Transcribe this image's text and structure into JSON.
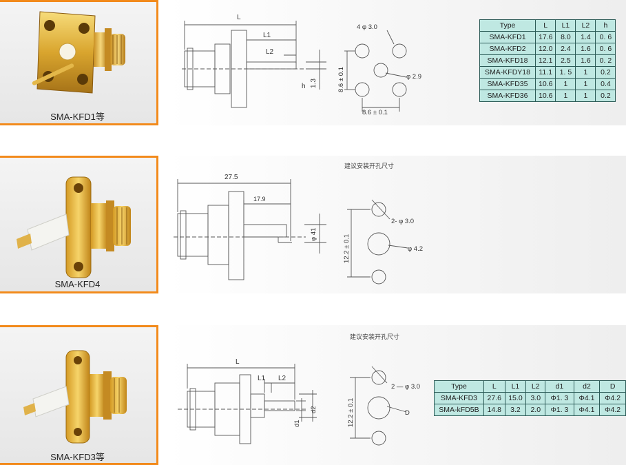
{
  "products": [
    {
      "caption": "SMA-KFD1等",
      "dims": {
        "L": "L",
        "L1": "L1",
        "L2": "L2",
        "h": "h",
        "h_val": "1.3",
        "pitch_v": "8.6 ± 0.1",
        "pitch_h": "8.6 ± 0.1",
        "holes": "4  φ 3.0",
        "center": "φ 2.9"
      },
      "table": {
        "headers": [
          "Type",
          "L",
          "L1",
          "L2",
          "h"
        ],
        "rows": [
          [
            "SMA-KFD1",
            "17.6",
            "8.0",
            "1.4",
            "0. 6"
          ],
          [
            "SMA-KFD2",
            "12.0",
            "2.4",
            "1.6",
            "0. 6"
          ],
          [
            "SMA-KFD18",
            "12.1",
            "2.5",
            "1.6",
            "0. 2"
          ],
          [
            "SMA-KFDY18",
            "11.1",
            "1. 5",
            "1",
            "0.2"
          ],
          [
            "SMA-KFD35",
            "10.6",
            "1",
            "1",
            "0.4"
          ],
          [
            "SMA-KFD36",
            "10.6",
            "1",
            "1",
            "0.2"
          ]
        ]
      }
    },
    {
      "caption": "SMA-KFD4",
      "note": "建议安装开孔尺寸",
      "dims": {
        "L": "27.5",
        "L1": "17.9",
        "d": "φ 41",
        "pitch_v": "12.2 ± 0.1",
        "holes": "2-  φ 3.0",
        "center": "φ 4.2"
      }
    },
    {
      "caption": "SMA-KFD3等",
      "note": "建议安装开孔尺寸",
      "dims": {
        "L": "L",
        "L1": "L1",
        "L2": "L2",
        "d1": "d1",
        "d2": "d2",
        "pitch_v": "12.2 ± 0.1",
        "holes": "2 — φ 3.0",
        "center": "D"
      },
      "table": {
        "headers": [
          "Type",
          "L",
          "L1",
          "L2",
          "d1",
          "d2",
          "D"
        ],
        "rows": [
          [
            "SMA-KFD3",
            "27.6",
            "15.0",
            "3.0",
            "Φ1. 3",
            "Φ4.1",
            "Φ4.2"
          ],
          [
            "SMA-kFD5B",
            "14.8",
            "3.2",
            "2.0",
            "Φ1. 3",
            "Φ4.1",
            "Φ4.2"
          ]
        ]
      }
    }
  ]
}
